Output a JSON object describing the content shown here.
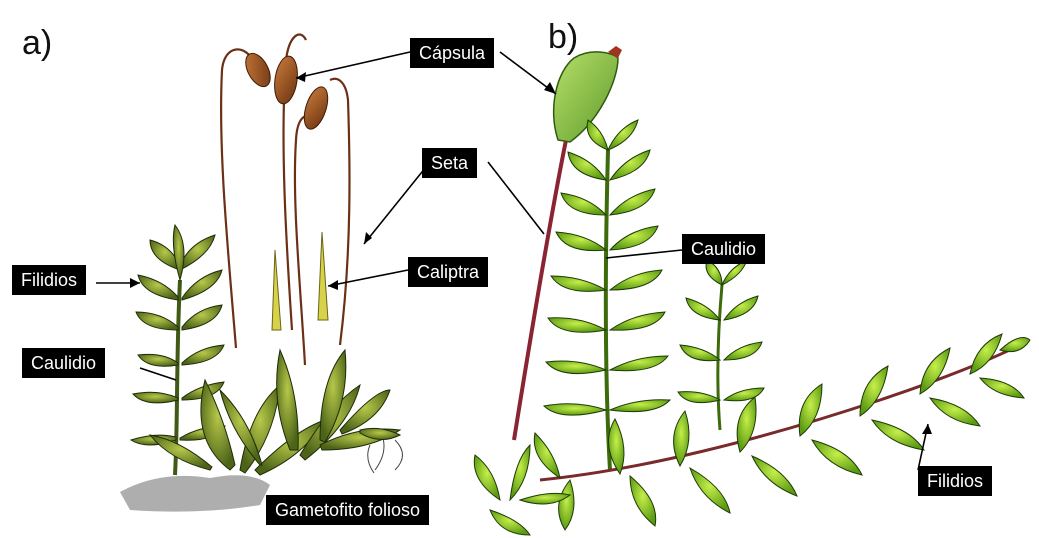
{
  "panels": [
    {
      "letter": "a)"
    },
    {
      "letter": "b)"
    }
  ],
  "labels": {
    "capsula": "Cápsula",
    "seta": "Seta",
    "caliptra": "Caliptra",
    "filidios_a": "Filidios",
    "caulidio_a": "Caulidio",
    "caulidio_b": "Caulidio",
    "filidios_b": "Filidios",
    "gametofito": "Gametofito folioso"
  },
  "colors": {
    "label_bg": "#000000",
    "label_text": "#ffffff",
    "moss_dark": "#3f5a14",
    "moss_light": "#9fd62a",
    "capsule_brown": "#8a4a1c",
    "capsule_green": "#8cc640",
    "seta_red": "#8a2432"
  }
}
